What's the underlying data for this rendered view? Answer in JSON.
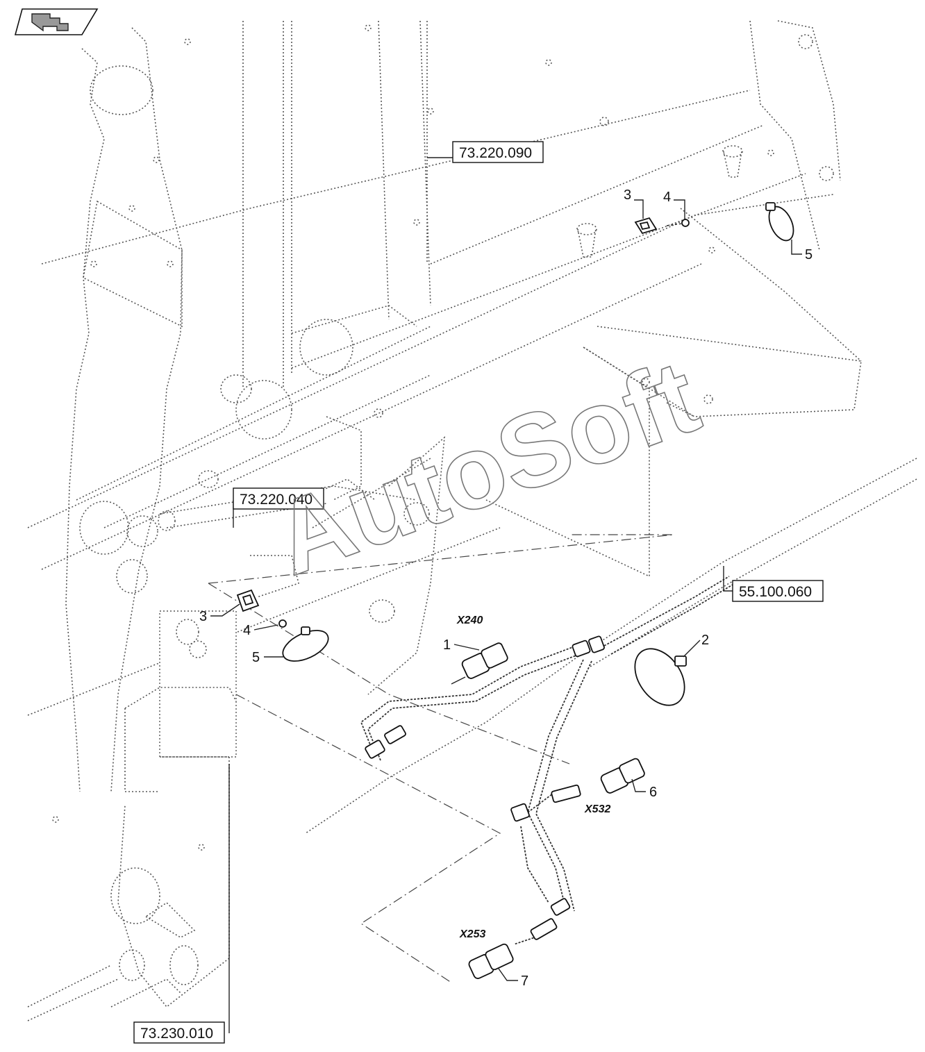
{
  "references": {
    "ref_73_220_090": "73.220.090",
    "ref_73_220_040": "73.220.040",
    "ref_55_100_060": "55.100.060",
    "ref_73_230_010": "73.230.010"
  },
  "connectors": {
    "x240": "X240",
    "x532": "X532",
    "x253": "X253"
  },
  "items": {
    "item_1": "1",
    "item_2": "2",
    "item_3_top": "3",
    "item_4_top": "4",
    "item_5_top": "5",
    "item_3_left": "3",
    "item_4_left": "4",
    "item_5_left": "5",
    "item_6": "6",
    "item_7": "7"
  },
  "watermark": "AutoSoft",
  "colors": {
    "line": "#333333",
    "background": "#ffffff"
  },
  "icons": {
    "nav": "return-arrow-icon"
  }
}
